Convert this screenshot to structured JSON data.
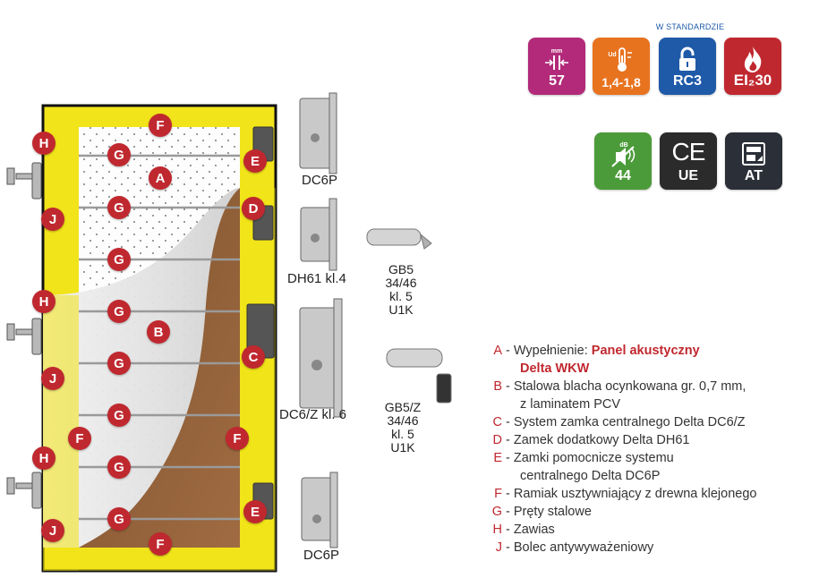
{
  "badges_header": "W STANDARDZIE",
  "badges": [
    {
      "icon": "thickness-icon",
      "top_text": "mm",
      "value": "57",
      "color": "#b22a79"
    },
    {
      "icon": "thermometer-icon",
      "top_text": "Ud",
      "value": "1,4-1,8",
      "color": "#e8731f"
    },
    {
      "icon": "padlock-icon",
      "top_text": "",
      "value": "RC3",
      "color": "#1e5aa8"
    },
    {
      "icon": "fire-icon",
      "top_text": "",
      "value": "EI₂30",
      "color": "#c0282f"
    },
    {
      "icon": "acoustic-icon",
      "top_text": "dB",
      "value": "44",
      "color": "#4c9b3a"
    },
    {
      "icon": "ce-mark-icon",
      "top_text": "CE",
      "value": "UE",
      "color": "#2b2b2b"
    },
    {
      "icon": "approval-icon",
      "top_text": "",
      "value": "AT",
      "color": "#2b2f37"
    }
  ],
  "markers": {
    "A": "A",
    "B": "B",
    "C": "C",
    "D": "D",
    "E": "E",
    "F": "F",
    "G": "G",
    "H": "H",
    "J": "J"
  },
  "locks": {
    "dc6p_top": "DC6P",
    "dh61": "DH61 kl.4",
    "dc6z": "DC6/Z kl. 6",
    "dc6p_bottom": "DC6P"
  },
  "cylinders": {
    "gb5": [
      "GB5",
      "34/46",
      "kl. 5",
      "U1K"
    ],
    "gb5z": [
      "GB5/Z",
      "34/46",
      "kl. 5",
      "U1K"
    ]
  },
  "legend": [
    {
      "letter": "A",
      "text": "- Wypełnienie: ",
      "highlight": "Panel akustyczny",
      "cont": "Delta WKW",
      "cont_highlight": true
    },
    {
      "letter": "B",
      "text": "- Stalowa blacha ocynkowana gr. 0,7 mm,",
      "cont": "z laminatem PCV"
    },
    {
      "letter": "C",
      "text": "- System zamka centralnego Delta DC6/Z"
    },
    {
      "letter": "D",
      "text": "- Zamek dodatkowy Delta DH61"
    },
    {
      "letter": "E",
      "text": "- Zamki pomocnicze systemu",
      "cont": "centralnego Delta DC6P"
    },
    {
      "letter": "F",
      "text": "- Ramiak usztywniający z drewna klejonego"
    },
    {
      "letter": "G",
      "text": "- Pręty stalowe"
    },
    {
      "letter": "H",
      "text": "- Zawias"
    },
    {
      "letter": "J",
      "text": "- Bolec antywyważeniowy"
    }
  ],
  "colors": {
    "frame": "#f2e41a",
    "wood": "#9b6a40",
    "marker": "#c0282f",
    "accent": "#c0282f"
  }
}
